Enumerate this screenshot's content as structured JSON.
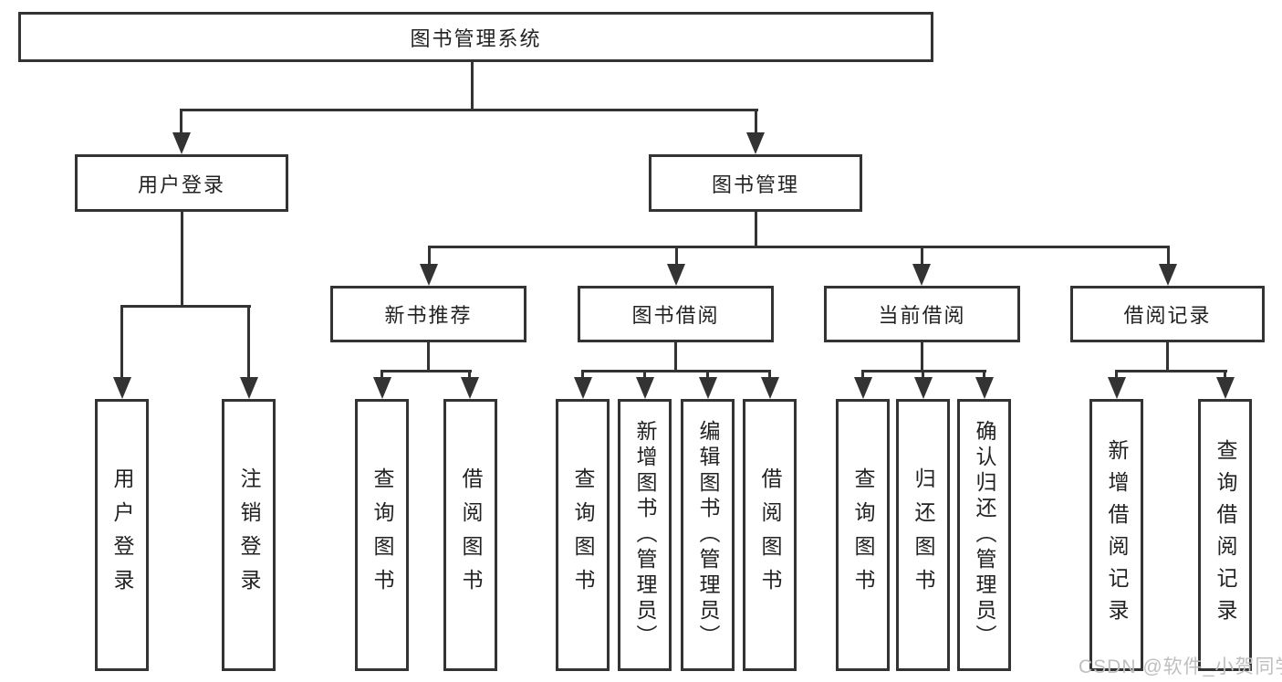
{
  "tree": {
    "label": "图书管理系统",
    "children": [
      {
        "label": "用户登录",
        "children": [
          {
            "label": "用户登录"
          },
          {
            "label": "注销登录"
          }
        ]
      },
      {
        "label": "图书管理",
        "children": [
          {
            "label": "新书推荐",
            "children": [
              {
                "label": "查询图书"
              },
              {
                "label": "借阅图书"
              }
            ]
          },
          {
            "label": "图书借阅",
            "children": [
              {
                "label": "查询图书"
              },
              {
                "label": "新增图书（管理员）"
              },
              {
                "label": "编辑图书（管理员）"
              },
              {
                "label": "借阅图书"
              }
            ]
          },
          {
            "label": "当前借阅",
            "children": [
              {
                "label": "查询图书"
              },
              {
                "label": "归还图书"
              },
              {
                "label": "确认归还（管理员）"
              }
            ]
          },
          {
            "label": "借阅记录",
            "children": [
              {
                "label": "新增借阅记录"
              },
              {
                "label": "查询借阅记录"
              }
            ]
          }
        ]
      }
    ]
  },
  "watermark": "CSDN @软件_小贺同学",
  "colors": {
    "line": "#333333",
    "text": "#222222",
    "background": "#ffffff",
    "watermark": "#bfbfbf"
  }
}
